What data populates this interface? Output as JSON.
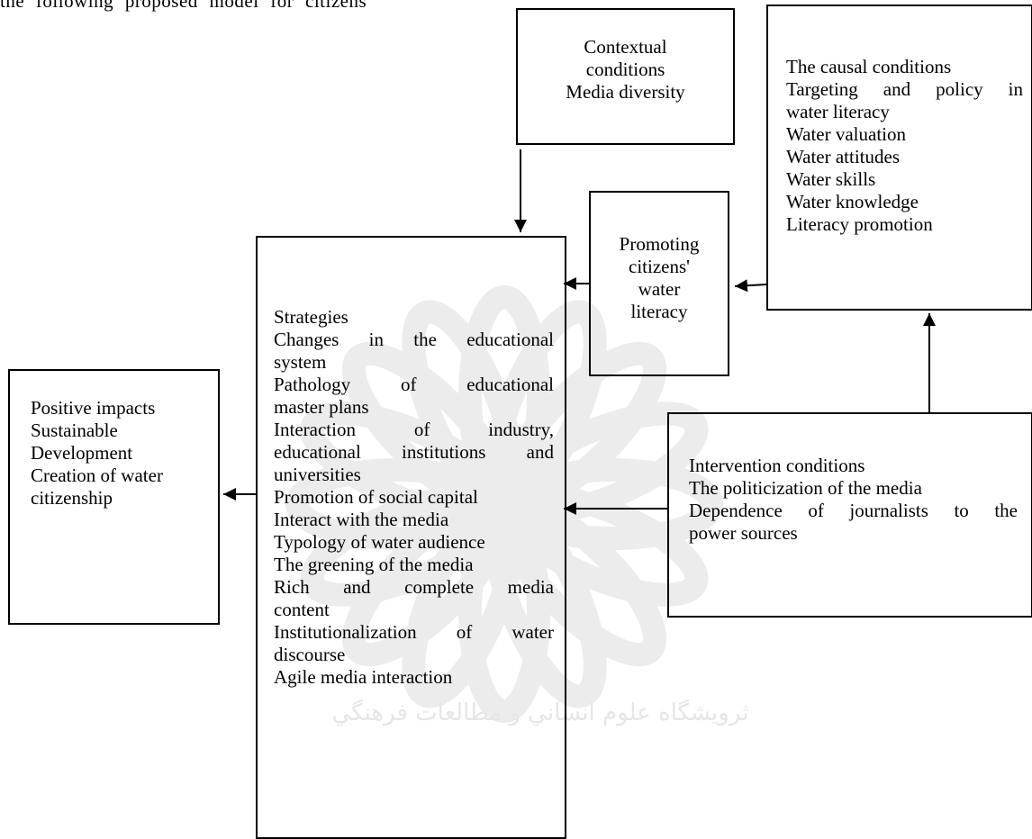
{
  "header_fragment": "the following proposed model for citizens",
  "contextual": {
    "lines": [
      "Contextual",
      "conditions",
      "Media diversity"
    ]
  },
  "causal": {
    "lines": [
      "The causal conditions",
      "Targeting and policy in",
      "water literacy",
      "Water valuation",
      "Water attitudes",
      "Water skills",
      "Water knowledge",
      "Literacy promotion"
    ]
  },
  "promoting": {
    "lines": [
      "Promoting",
      "citizens'",
      "water",
      "literacy"
    ]
  },
  "strategies": {
    "lines": [
      "Strategies",
      "Changes in the educational",
      "system",
      "Pathology of educational",
      "master plans",
      "Interaction of industry,",
      "educational institutions and",
      "universities",
      "Promotion of social capital",
      "Interact with the media",
      "Typology of water audience",
      "The greening of the media",
      "Rich and complete media",
      "content",
      "Institutionalization of water",
      "discourse",
      "Agile media interaction"
    ]
  },
  "impacts": {
    "lines": [
      "Positive impacts",
      "Sustainable",
      "Development",
      "Creation of water",
      "citizenship"
    ]
  },
  "intervention": {
    "lines": [
      "Intervention conditions",
      "The politicization of the media",
      "Dependence of journalists to the",
      "power sources"
    ]
  },
  "watermark_text": "ﺛﺮوﻳﺸﮕﺎه ﻋﻠﻮم اﻧﺴﺎﻧﻲ و ﻣﻄﺎﻟﻌﺎت ﻓﺮﻫﻨﮕﻲ",
  "colors": {
    "stroke": "#000000",
    "watermark": "#ececec"
  }
}
